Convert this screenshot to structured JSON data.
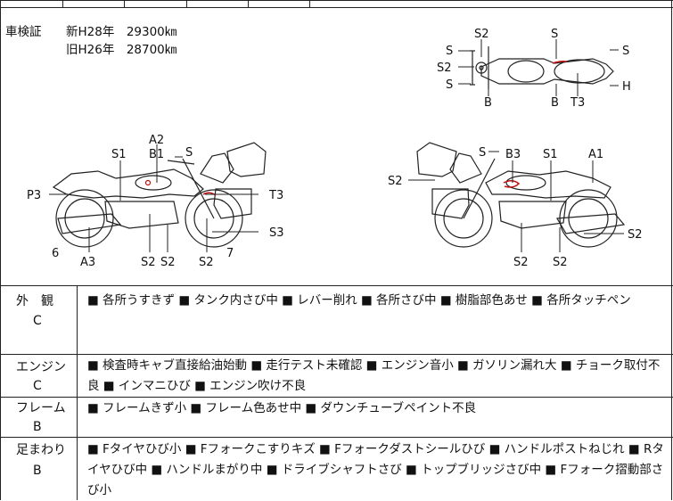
{
  "inspection": {
    "label": "車検証",
    "new_line": "新H28年　29300㎞",
    "old_line": "旧H26年　28700㎞"
  },
  "diagram": {
    "top_view_labels": [
      "S2",
      "S",
      "S",
      "S2",
      "S",
      "B",
      "B",
      "T3",
      "S",
      "H"
    ],
    "left_view_labels": [
      "A2",
      "B1",
      "S1",
      "S",
      "P3",
      "T3",
      "S3",
      "6",
      "7",
      "A3",
      "S2",
      "S2",
      "S2"
    ],
    "right_view_labels": [
      "S",
      "B3",
      "S1",
      "A1",
      "S2",
      "S2",
      "S2",
      "S2"
    ]
  },
  "conditions": [
    {
      "category": "外　観",
      "grade": "C",
      "text": "■ 各所うすきず ■ タンク内さび中 ■ レバー削れ ■ 各所さび中 ■ 樹脂部色あせ ■ 各所タッチペン"
    },
    {
      "category": "エンジン",
      "grade": "C",
      "text": "■ 検査時キャブ直接給油始動 ■ 走行テスト未確認 ■ エンジン音小 ■ ガソリン漏れ大 ■ チョーク取付不良 ■ インマニひび ■ エンジン吹け不良"
    },
    {
      "category": "フレーム",
      "grade": "B",
      "text": "■ フレームきず小 ■ フレーム色あせ中 ■ ダウンチューブペイント不良"
    },
    {
      "category": "足まわり",
      "grade": "B",
      "text": "■ Fタイヤひび小 ■ Fフォークこすりキズ ■ Fフォークダストシールひび ■ ハンドルポストねじれ ■ Rタイヤひび中 ■ ハンドルまがり中 ■ ドライブシャフトさび ■ トップブリッジさび中 ■ Fフォーク摺動部さび小"
    }
  ]
}
